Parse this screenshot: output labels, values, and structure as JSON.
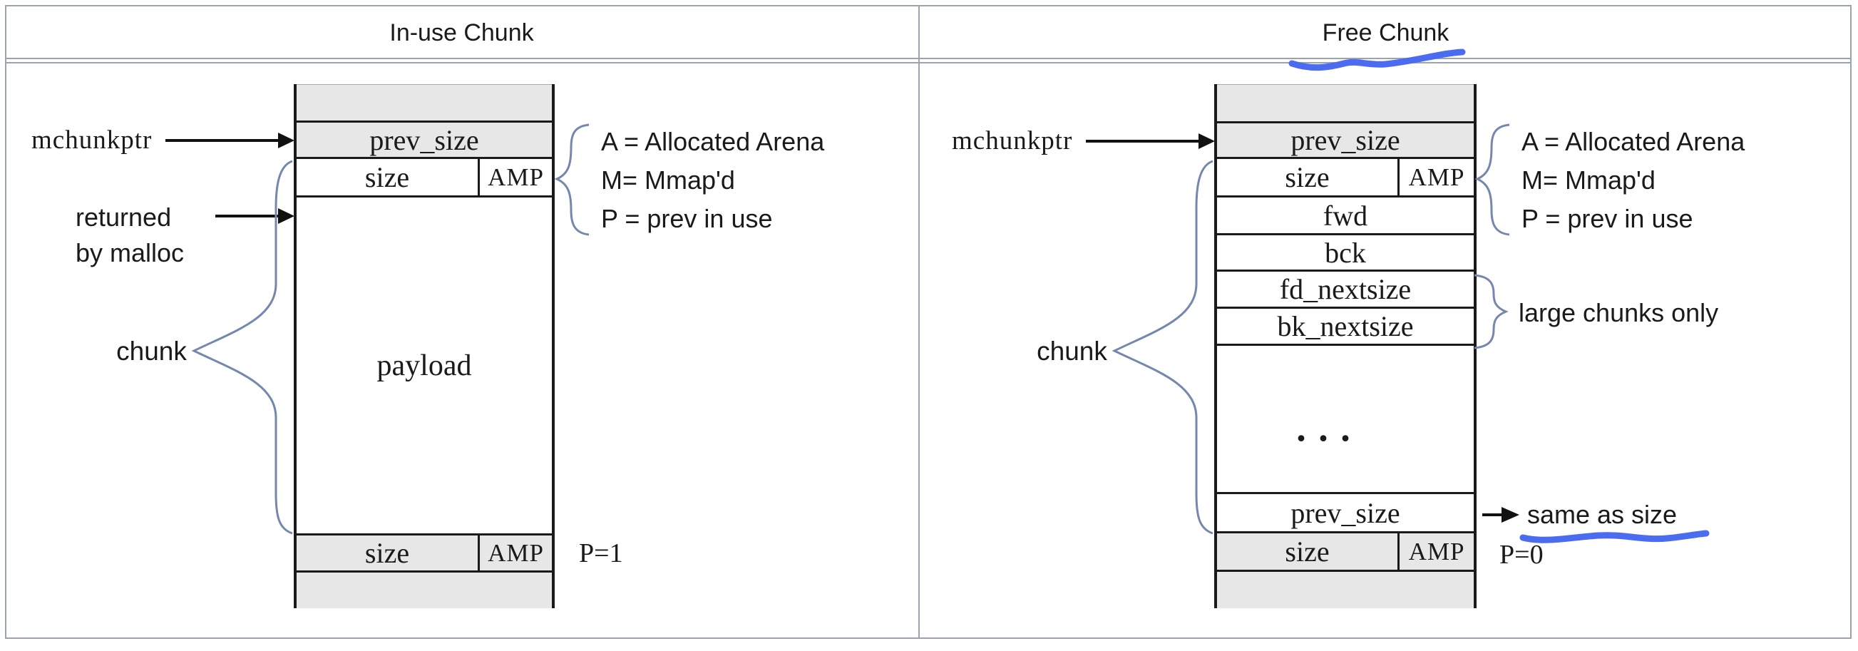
{
  "header": {
    "left_title": "In-use Chunk",
    "right_title": "Free Chunk"
  },
  "legend": {
    "line_a": "A = Allocated Arena",
    "line_m": "M= Mmap'd",
    "line_p": "P = prev in use"
  },
  "inuse": {
    "pointer_label": "mchunkptr",
    "returned_line1": "returned",
    "returned_line2": "by malloc",
    "chunk_label": "chunk",
    "p_flag": "P=1",
    "cells": {
      "prev_size": "prev_size",
      "size": "size",
      "amp": "AMP",
      "payload": "payload",
      "size_bottom": "size",
      "amp_bottom": "AMP"
    }
  },
  "free": {
    "pointer_label": "mchunkptr",
    "chunk_label": "chunk",
    "p_flag": "P=0",
    "large_chunks_note": "large chunks only",
    "same_as_size_note": "same as size",
    "cells": {
      "prev_size": "prev_size",
      "size": "size",
      "amp": "AMP",
      "fwd": "fwd",
      "bck": "bck",
      "fd_nextsize": "fd_nextsize",
      "bk_nextsize": "bk_nextsize",
      "dots": ". . .",
      "prev_size_bottom": "prev_size",
      "size_bottom": "size",
      "amp_bottom": "AMP"
    }
  },
  "colors": {
    "annotation_pen_blue": "#4b6cf0",
    "brace_blue": "#7687ad",
    "cell_gray": "#e7e7e7",
    "frame_line_gray": "#9ba4ae",
    "ink": "#1a1a1a"
  }
}
